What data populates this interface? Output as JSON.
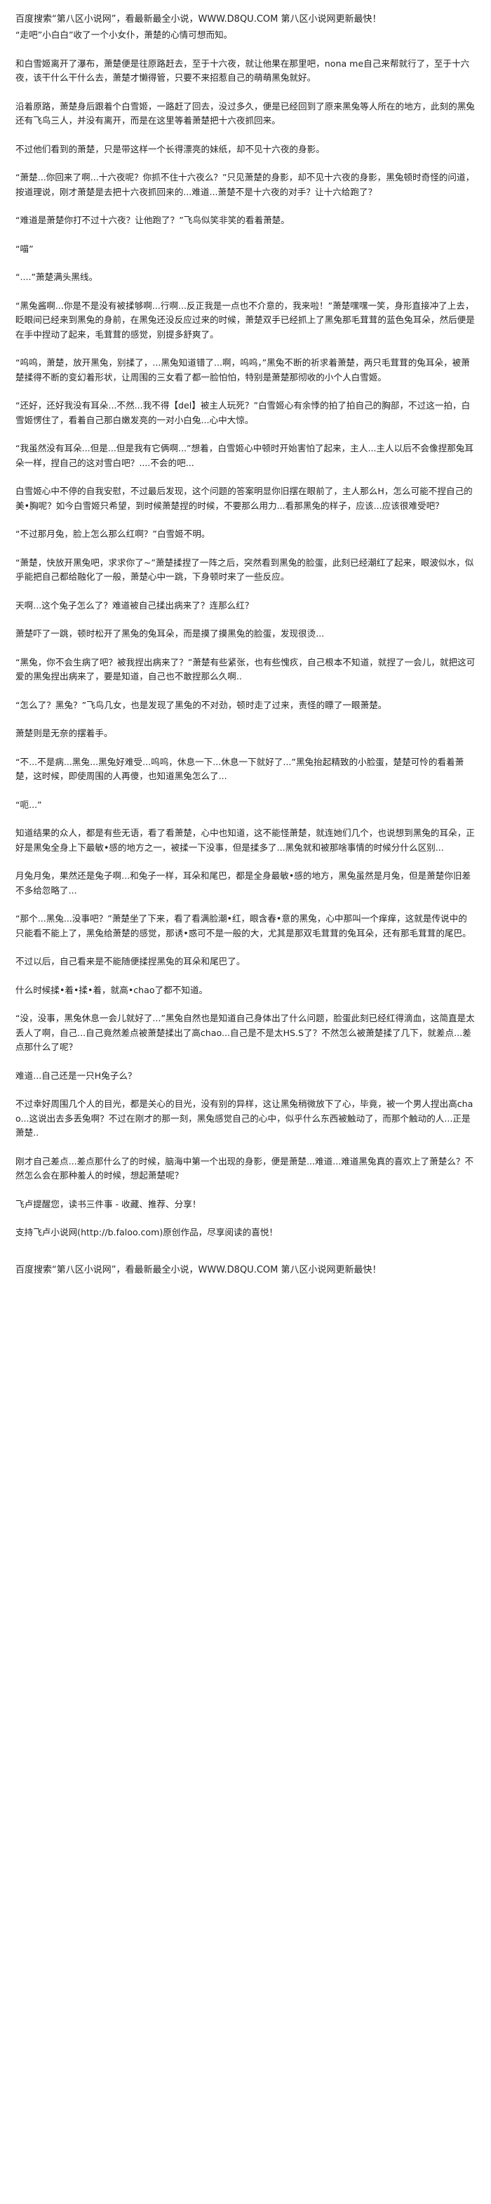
{
  "header": {
    "banner": "百度搜索“第八区小说网”，看最新最全小说，WWW.D8QU.COM  第八区小说网更新最快！"
  },
  "paragraphs": [
    "“走吧”小白白”收了一个小女仆，萧楚的心情可想而知。",
    "和白雪姬离开了瀑布，萧楚便是往原路赶去，至于十六夜，就让他果在那里吧，nona me自己来帮就行了，至于十六夜，该干什么干什么去，萧楚才懒得管，只要不来招惹自己的萌萌黑兔就好。",
    "沿着原路，萧楚身后跟着个白雪姬，一路赶了回去，没过多久，便是已经回到了原来黑兔等人所在的地方，此刻的黑兔还有飞鸟三人，并没有离开，而是在这里等着萧楚把十六夜抓回来。",
    "不过他们看到的萧楚，只是带这样一个长得漂亮的妹纸，却不见十六夜的身影。",
    "“萧楚...你回来了啊...十六夜呢？你抓不住十六夜么？”只见萧楚的身影，却不见十六夜的身影，黑兔顿时奇怪的问道，按道理说，刚才萧楚是去把十六夜抓回来的...难道...萧楚不是十六夜的对手？让十六给跑了？",
    "“难道是萧楚你打不过十六夜？让他跑了？”飞鸟似笑非笑的看着萧楚。",
    "“喵”",
    "“....”萧楚满头黑线。",
    "“黑兔酱啊...你是不是没有被揉够啊...行啊...反正我是一点也不介意的，我来啦！”萧楚嘿嘿一笑，身形直接冲了上去，眨眼间已经来到黑兔的身前，在黑兔还没反应过来的时候，萧楚双手已经抓上了黑兔那毛茸茸的蓝色兔耳朵，然后便是在手中捏动了起来，毛茸茸的感觉，别提多舒爽了。",
    "“呜呜，萧楚，放开黑兔，别揉了，...黑兔知道错了...啊，呜呜，”黑兔不断的祈求着萧楚，两只毛茸茸的兔耳朵，被萧楚揉得不断的变幻着形状，让周围的三女看了都一脸怕怕，特别是萧楚那彻收的小个人白雪姬。",
    "“还好，还好我没有耳朵...不然...我不得【del】被主人玩死？”白雪姬心有余悸的拍了拍自己的胸部，不过这一拍，白雪姬愣住了，看着自己那白嫩发亮的一对小白兔...心中大惊。",
    "“我虽然没有耳朵...但是...但是我有它俩啊...”想着，白雪姬心中顿时开始害怕了起来，主人...主人以后不会像捏那兔耳朵一样，捏自己的这对雪白吧？....不会的吧...",
    "白雪姬心中不停的自我安慰，不过最后发现，这个问题的答案明显你旧摆在眼前了，主人那么H，怎么可能不捏自己的美•胸呢？如今白雪姬只希望，到时候萧楚捏的时候，不要那么用力...看那黑兔的样子，应该...应该很难受吧？",
    "“不过那月兔，脸上怎么那么红啊？”白雪姬不明。",
    "“萧楚，快放开黑兔吧，求求你了~”萧楚揉捏了一阵之后，突然看到黑兔的脸蛋，此刻已经潮红了起来，眼波似水，似乎能把自己都给融化了一般，萧楚心中一跳，下身顿时来了一些反应。",
    "天啊...这个兔子怎么了？难道被自己揉出病来了？连那么红？",
    "萧楚吓了一跳，顿时松开了黑兔的兔耳朵，而是摸了摸黑兔的脸蛋，发现很烫...",
    "“黑兔，你不会生病了吧？被我捏出病来了？”萧楚有些紧张，也有些愧疚，自己根本不知道，就捏了一会儿，就把这可爱的黑兔捏出病来了，要是知道，自己也不敢捏那么久啊..",
    "“怎么了？黑兔？”飞鸟几女，也是发现了黑兔的不对劲，顿时走了过来，责怪的瞟了一眼萧楚。",
    "萧楚则是无奈的摆着手。",
    "“不...不是病...黑兔...黑兔好难受...呜呜，休息一下...休息一下就好了...”黑兔抬起精致的小脸蛋，楚楚可怜的看着萧楚，这时候，即使周围的人再傻，也知道黑兔怎么了...",
    "“呃...”",
    "知道结果的众人，都是有些无语，看了看萧楚，心中也知道，这不能怪萧楚，就连她们几个，也说想到黑兔的耳朵，正好是黑兔全身上下最敏•感的地方之一，被揉一下没事，但是揉多了...黑兔就和被那啥事情的时候分什么区别...",
    "月兔月兔，果然还是兔子啊...和兔子一样，耳朵和尾巴，都是全身最敏•感的地方，黑兔虽然是月兔，但是萧楚你旧差不多给忽略了...",
    "“那个...黑兔...没事吧？”萧楚坐了下来，看了看满脸潮•红，眼含春•意的黑兔，心中那叫一个痒痒，这就是传说中的只能看不能上了，黑兔给萧楚的感觉，那诱•惑可不是一般的大，尤其是那双毛茸茸的兔耳朵，还有那毛茸茸的尾巴。",
    "不过以后，自己看来是不能随便揉捏黑兔的耳朵和尾巴了。",
    "什么时候揉•着•揉•着，就高•chao了都不知道。",
    "“没，没事，黑兔休息一会儿就好了...”黑兔自然也是知道自己身体出了什么问题，脸蛋此刻已经红得滴血，这简直是太丢人了啊，自己...自己竟然差点被萧楚揉出了高chao...自己是不是太HS.S了？不然怎么被萧楚揉了几下，就差点...差点那什么了呢？",
    "难道...自己还是一只H兔子么？",
    "不过幸好周围几个人的目光，都是关心的目光，没有别的异样，这让黑兔稍微放下了心，毕竟，被一个男人捏出高chao...这说出去多丢兔啊？不过在刚才的那一刻，黑兔感觉自己的心中，似乎什么东西被触动了，而那个触动的人...正是萧楚..",
    "刚才自己差点...差点那什么了的时候，脑海中第一个出现的身影，便是萧楚...难道...难道黑兔真的喜欢上了萧楚么？不然怎么会在那种羞人的时候，想起萧楚呢？"
  ],
  "footer": {
    "reminder": "飞卢提醒您，读书三件事 - 收藏、推荐、分享！",
    "support": "支持飞卢小说网(http://b.faloo.com)原创作品，尽享阅读的喜悦！",
    "banner": "百度搜索“第八区小说网”，看最新最全小说，WWW.D8QU.COM  第八区小说网更新最快！"
  }
}
